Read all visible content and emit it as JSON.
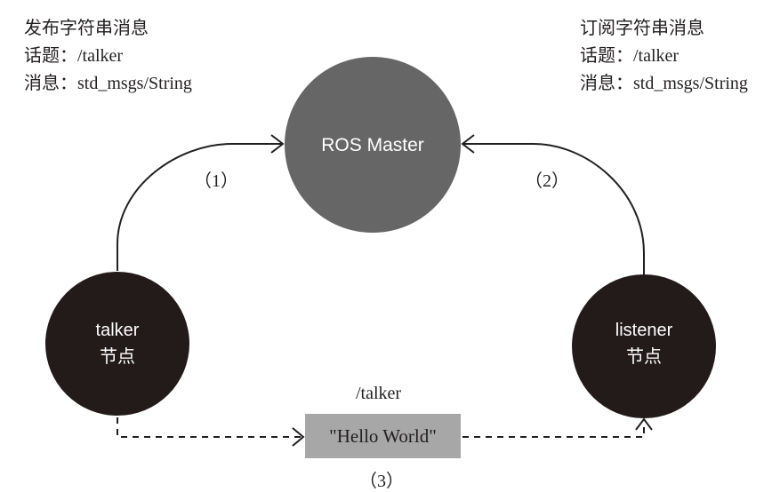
{
  "publisher_info": {
    "title": "发布字符串消息",
    "topic_line": "话题：/talker",
    "message_line": "消息：std_msgs/String"
  },
  "subscriber_info": {
    "title": "订阅字符串消息",
    "topic_line": "话题：/talker",
    "message_line": "消息：std_msgs/String"
  },
  "nodes": {
    "master": {
      "label": "ROS Master",
      "color": "#666666"
    },
    "talker": {
      "name": "talker",
      "suffix": "节点",
      "color": "#231a1a"
    },
    "listener": {
      "name": "listener",
      "suffix": "节点",
      "color": "#231a1a"
    }
  },
  "steps": {
    "step1": "（1）",
    "step2": "（2）",
    "step3": "（3）"
  },
  "message": {
    "topic": "/talker",
    "content": "\"Hello World\"",
    "box_color": "#a7a7a7"
  }
}
